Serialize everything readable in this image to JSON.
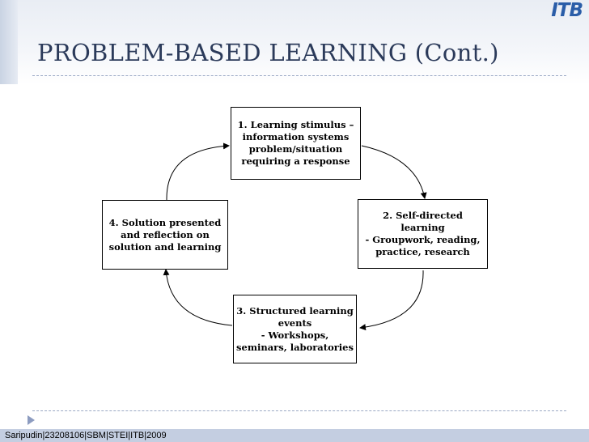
{
  "slide": {
    "title": "PROBLEM-BASED LEARNING (Cont.)",
    "logo_text": "ITB",
    "footer": "Saripudin|23208106|SBM|STEI|ITB|2009"
  },
  "diagram": {
    "boxes": [
      {
        "lines": [
          "1.  Learning stimulus  –",
          "information systems",
          "problem/situation",
          "requiring a response"
        ]
      },
      {
        "lines": [
          "2.  Self-directed",
          "learning",
          "- Groupwork, reading,",
          "practice, research"
        ]
      },
      {
        "lines": [
          "3.  Structured learning",
          "events",
          "- Workshops,",
          "seminars, laboratories"
        ]
      },
      {
        "lines": [
          "4.  Solution presented",
          "and reflection on",
          "solution and learning"
        ]
      }
    ]
  }
}
